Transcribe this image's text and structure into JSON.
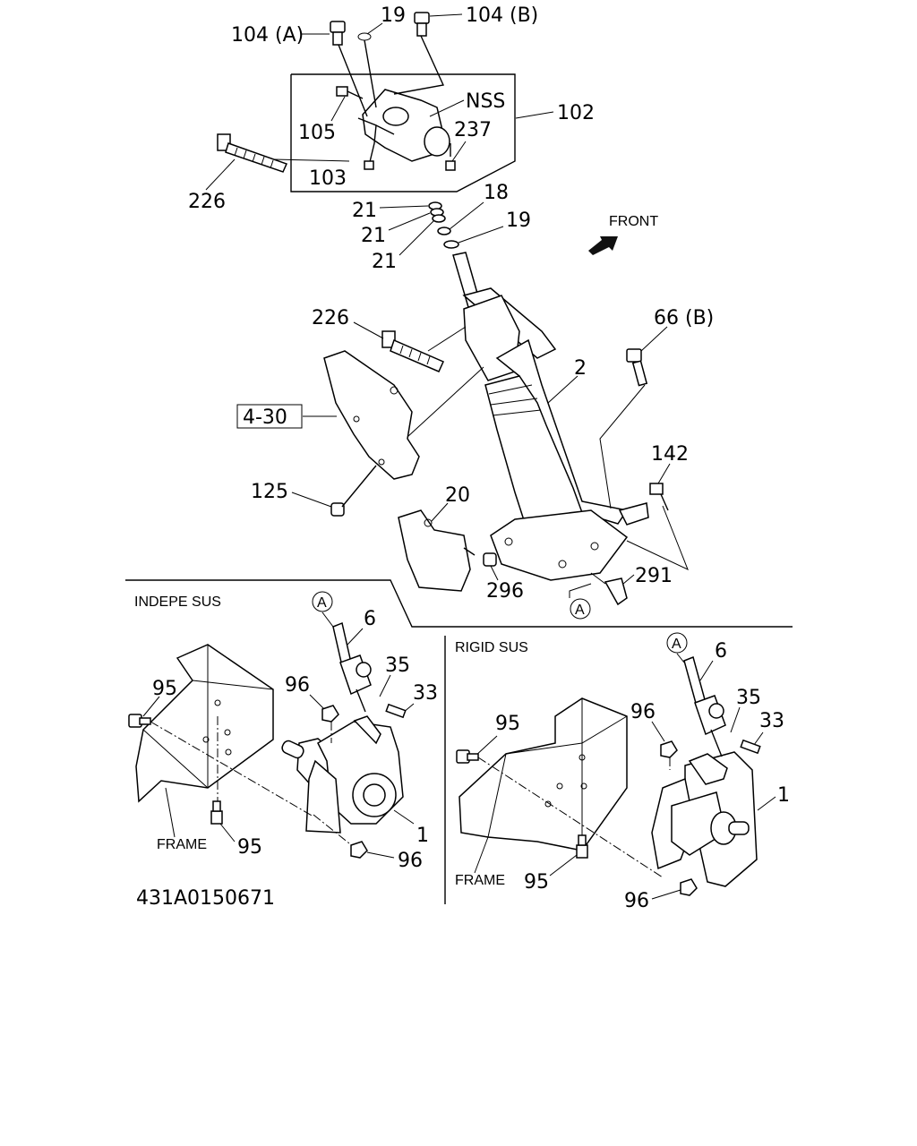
{
  "diagram_id": "431A0150671",
  "sections": {
    "indep": "INDEPE SUS",
    "rigid": "RIGID SUS"
  },
  "front_label": "FRONT",
  "frame_label": "FRAME",
  "ref_box": "4-30",
  "circle_ref": "A",
  "labels": {
    "p104a": "104 (A)",
    "p104b": "104 (B)",
    "p19_top": "19",
    "nss": "NSS",
    "p102": "102",
    "p105": "105",
    "p237": "237",
    "p103": "103",
    "p226_top": "226",
    "p18": "18",
    "p19_mid": "19",
    "p21_a": "21",
    "p21_b": "21",
    "p21_c": "21",
    "p226_mid": "226",
    "p66b": "66 (B)",
    "p2": "2",
    "p142": "142",
    "p125": "125",
    "p20": "20",
    "p296": "296",
    "p291": "291",
    "i6": "6",
    "i35": "35",
    "i96_top": "96",
    "i33": "33",
    "i95_top": "95",
    "i95_bot": "95",
    "i96_bot": "96",
    "i1": "1",
    "r6": "6",
    "r35": "35",
    "r96_top": "96",
    "r33": "33",
    "r95_top": "95",
    "r1": "1",
    "r95_bot": "95",
    "r96_bot": "96"
  }
}
